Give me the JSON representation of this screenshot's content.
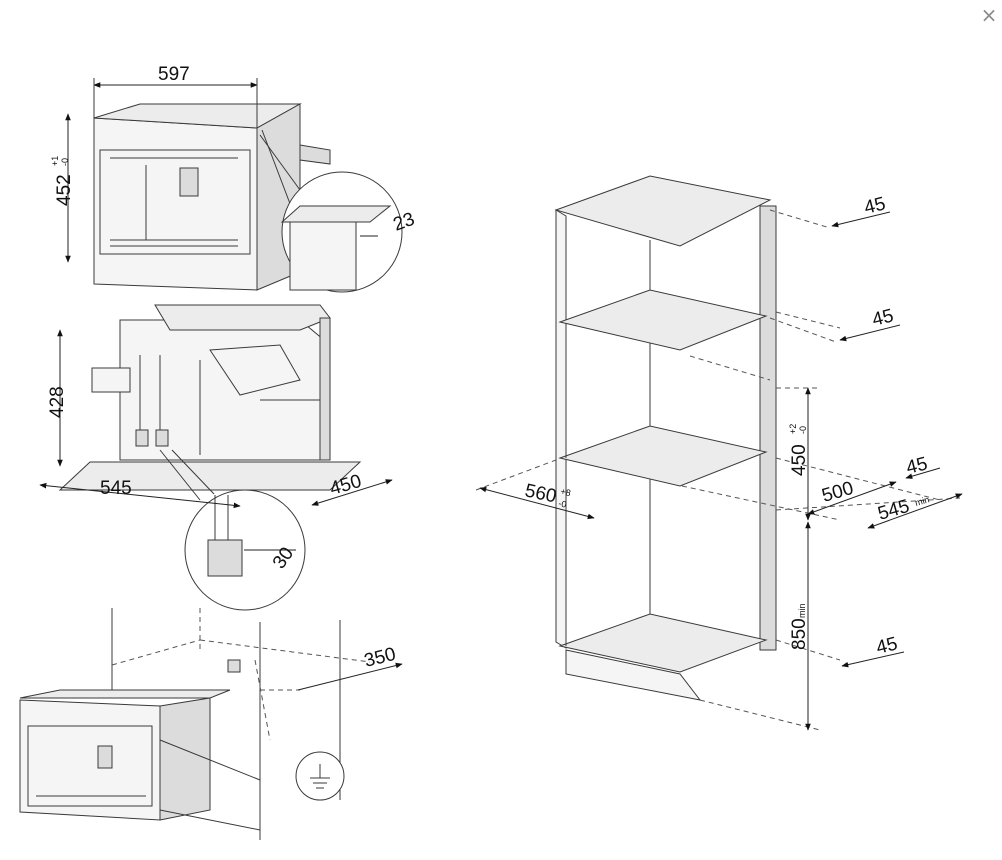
{
  "toolbar": {
    "close_icon": "close-icon",
    "close_glyph": "×"
  },
  "dims": {
    "w597": "597",
    "h452": "452",
    "h452_sup": "+1",
    "h452_sub": "-0",
    "d23": "23",
    "h428": "428",
    "d545": "545",
    "d450": "450",
    "d30": "30",
    "d350": "350",
    "c45a": "45",
    "c45b": "45",
    "c45c": "45",
    "c45d": "45",
    "c450": "450",
    "c450_sup": "+2",
    "c450_sub": "-0",
    "c500": "500",
    "c545": "545",
    "c545_sub": "min",
    "c560": "560",
    "c560_sup": "+8",
    "c560_sub": "-0",
    "c850": "850",
    "c850_sub": "min"
  },
  "icons": {
    "ground": "ground-icon",
    "socket": "socket-icon"
  },
  "colors": {
    "line": "#3a3a3a",
    "panel": "#ececec",
    "close": "#8a8a8a"
  }
}
